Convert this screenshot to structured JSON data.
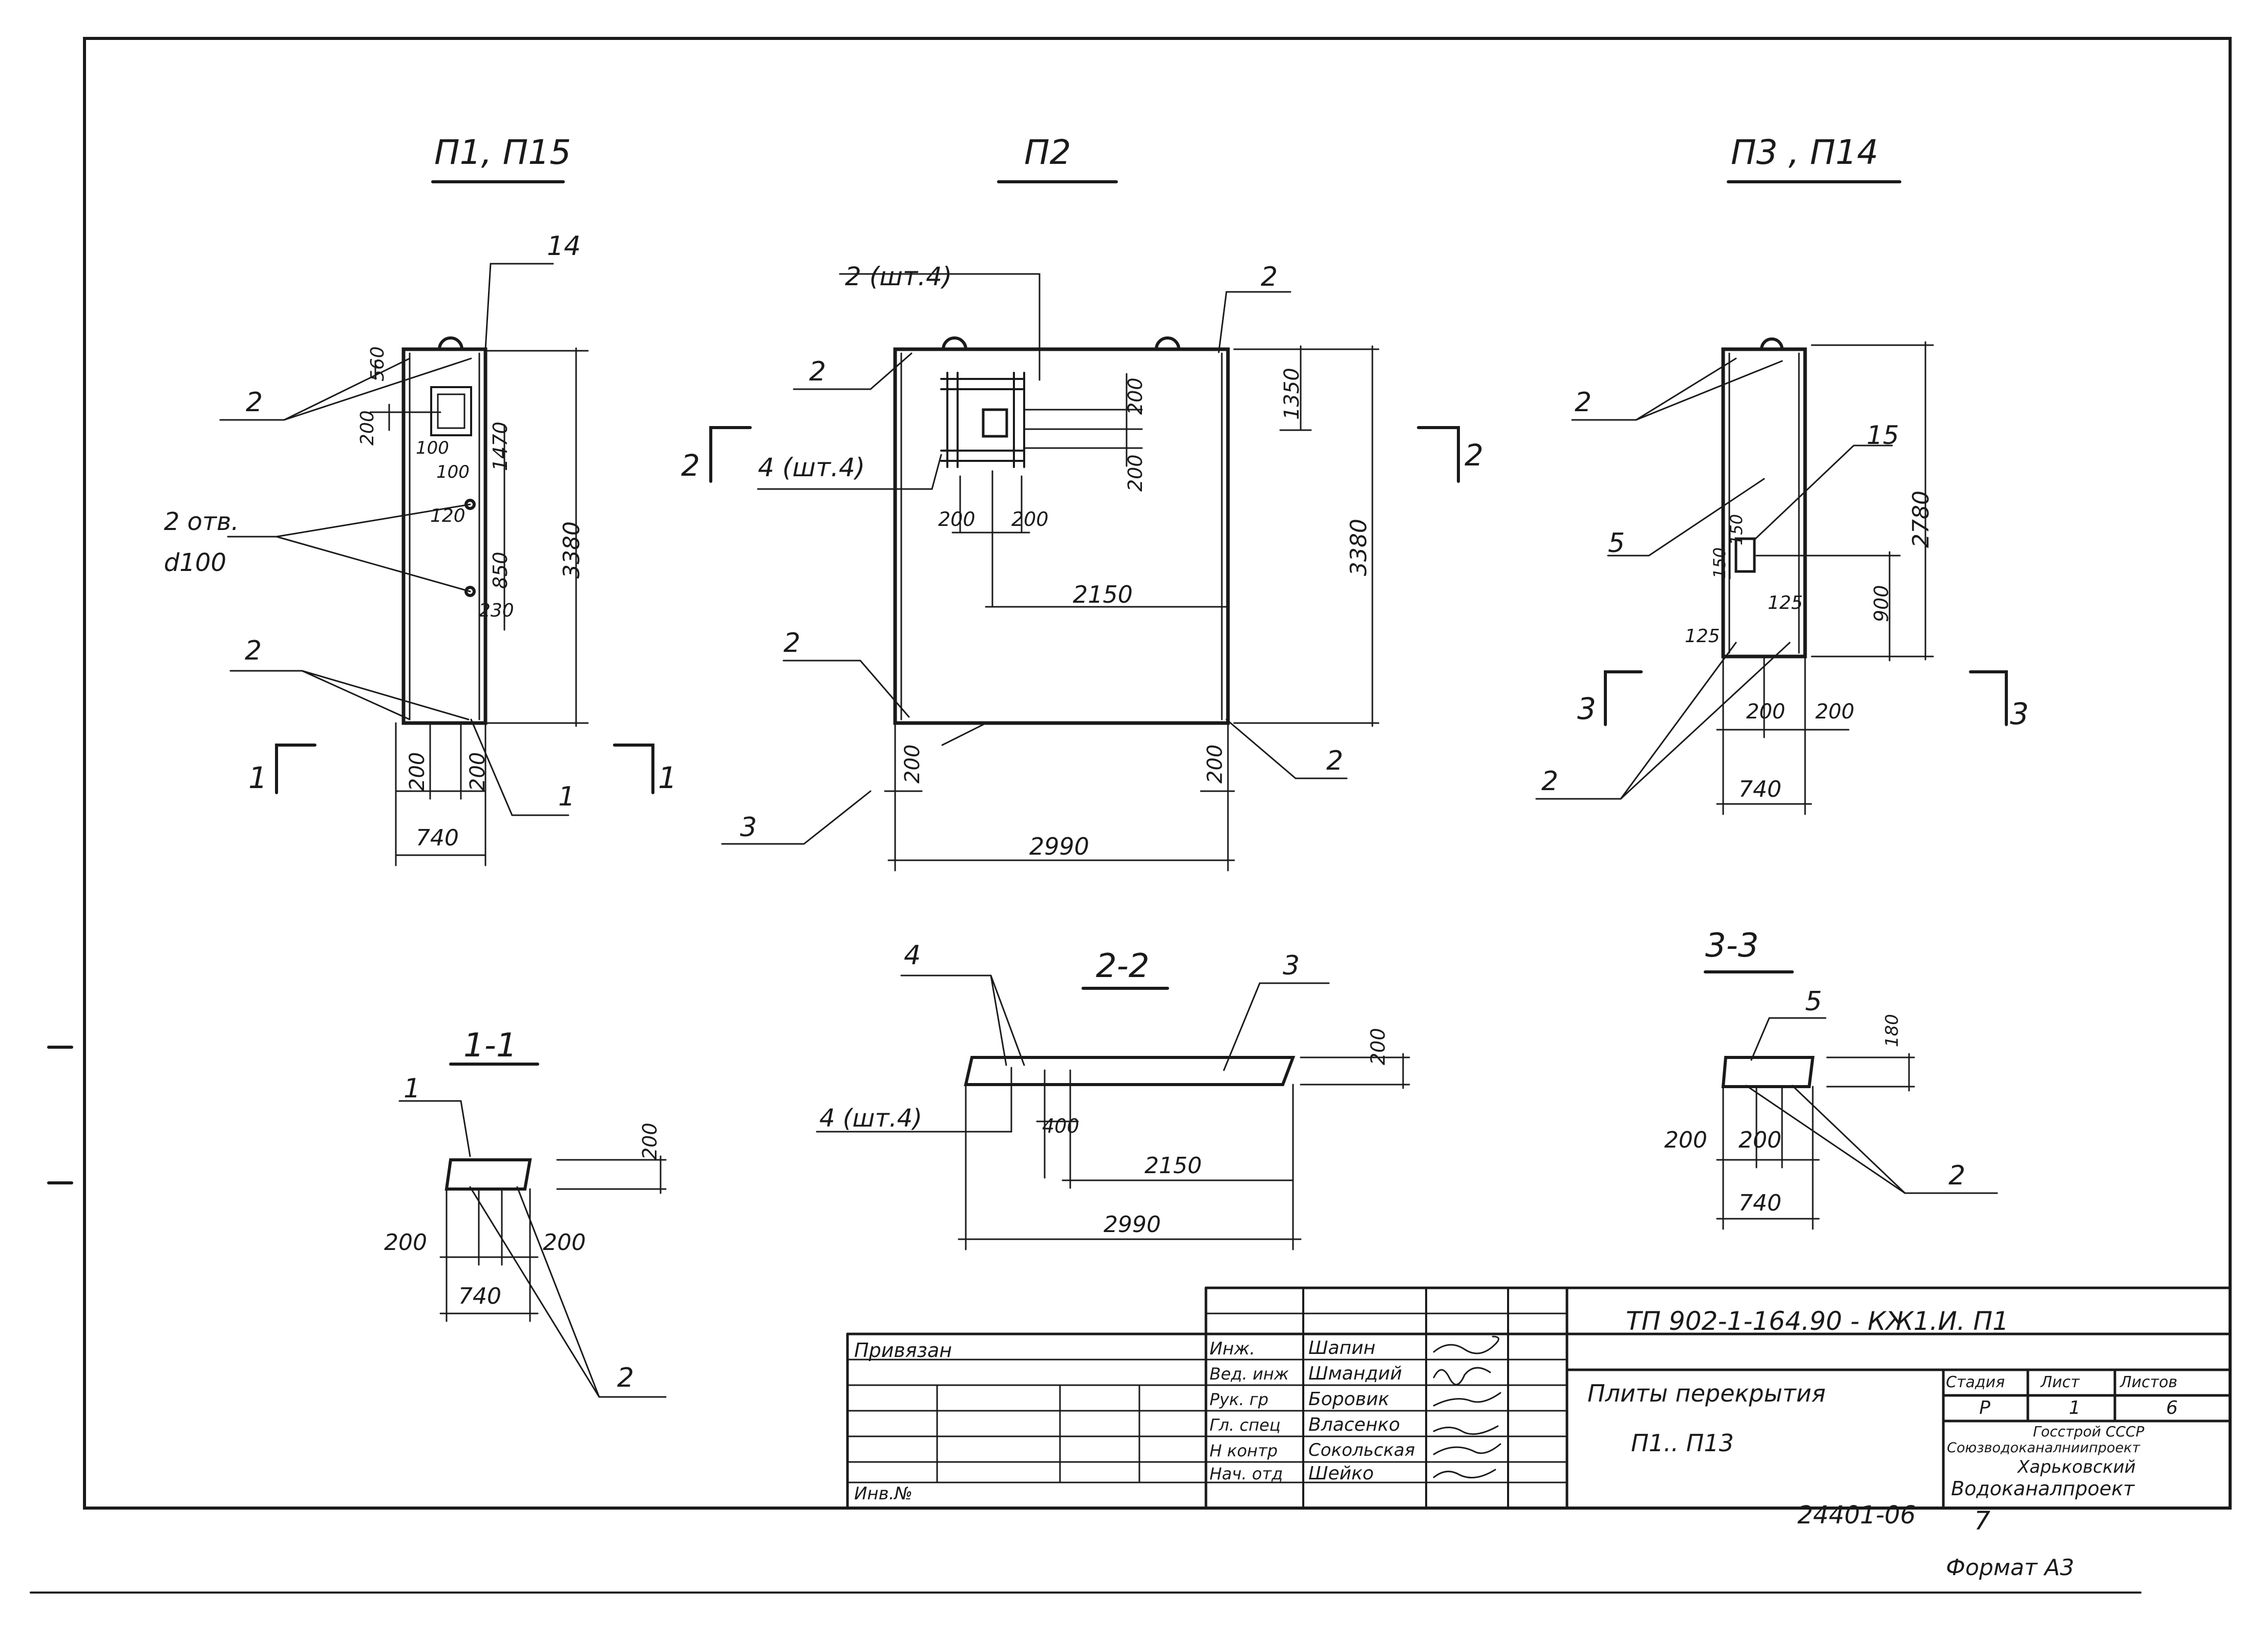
{
  "views": {
    "p1": {
      "title": "П1, П15",
      "dims": {
        "d560": "560",
        "d200a": "200",
        "d100a": "100",
        "d100b": "100",
        "d1470": "1470",
        "d120": "120",
        "d850": "850",
        "d230": "230",
        "d3380": "3380",
        "d200b": "200",
        "d200c": "200",
        "d740": "740"
      },
      "callouts": {
        "c14": "14",
        "c2top": "2",
        "holes_a": "2 отв.",
        "holes_b": "d100",
        "c2bot": "2",
        "c1": "1"
      },
      "section_mark": "1"
    },
    "p2": {
      "title": "П2",
      "dims": {
        "d200a": "200",
        "d200b": "200",
        "d200c": "200",
        "d200d": "200",
        "d1350": "1350",
        "d3380": "3380",
        "d2150": "2150",
        "d200e": "200",
        "d200f": "200",
        "d2990": "2990"
      },
      "callouts": {
        "c2sht4": "2 (шт.4)",
        "c2tr": "2",
        "c2tl": "2",
        "c4sht4": "4 (шт.4)",
        "c2bl": "2",
        "c2br": "2",
        "c3": "3"
      },
      "section_mark": "2"
    },
    "p3": {
      "title": "П3 , П14",
      "dims": {
        "d2780": "2780",
        "d150a": "150",
        "d150b": "150",
        "d125a": "125",
        "d125b": "125",
        "d900": "900",
        "d200a": "200",
        "d200b": "200",
        "d740": "740"
      },
      "callouts": {
        "c2a": "2",
        "c15": "15",
        "c5": "5",
        "c2b": "2"
      },
      "section_mark": "3"
    }
  },
  "sections": {
    "s11": {
      "title": "1-1",
      "dims": {
        "d200h": "200",
        "d200l": "200",
        "d200r": "200",
        "d740": "740"
      },
      "callouts": {
        "c1": "1",
        "c2": "2"
      }
    },
    "s22": {
      "title": "2-2",
      "dims": {
        "d200h": "200",
        "d400": "400",
        "d2150": "2150",
        "d2990": "2990"
      },
      "callouts": {
        "c4": "4",
        "c3": "3",
        "c4sht4": "4 (шт.4)"
      }
    },
    "s33": {
      "title": "3-3",
      "dims": {
        "d180": "180",
        "d200l": "200",
        "d200r": "200",
        "d740": "740"
      },
      "callouts": {
        "c5": "5",
        "c2": "2"
      }
    }
  },
  "title_block": {
    "privyazan": "Привязан",
    "inv_no": "Инв.№",
    "roles": [
      "Инж.",
      "Вед. инж",
      "Рук. гр",
      "Гл. спец",
      "Н контр",
      "Нач. отд"
    ],
    "names": [
      "Шапин",
      "Шмандий",
      "Боровик",
      "Власенко",
      "Сокольская",
      "Шейко"
    ],
    "doc_code": "ТП 902-1-164.90 - КЖ1.И. П1",
    "doc_name_1": "Плиты перекрытия",
    "doc_name_2": "П1.. П13",
    "stage_head": "Стадия",
    "sheet_head": "Лист",
    "sheets_head": "Листов",
    "stage": "Р",
    "sheet": "1",
    "sheets": "6",
    "org_1": "Госстрой СССР",
    "org_2": "Союзводоканалниипроект",
    "org_3": "Харьковский",
    "org_4": "Водоканалпроект"
  },
  "footer": {
    "archive_no": "24401-06",
    "page_no": "7",
    "format": "Формат А3"
  },
  "colors": {
    "ink": "#1a1a1a",
    "paper": "#ffffff"
  }
}
